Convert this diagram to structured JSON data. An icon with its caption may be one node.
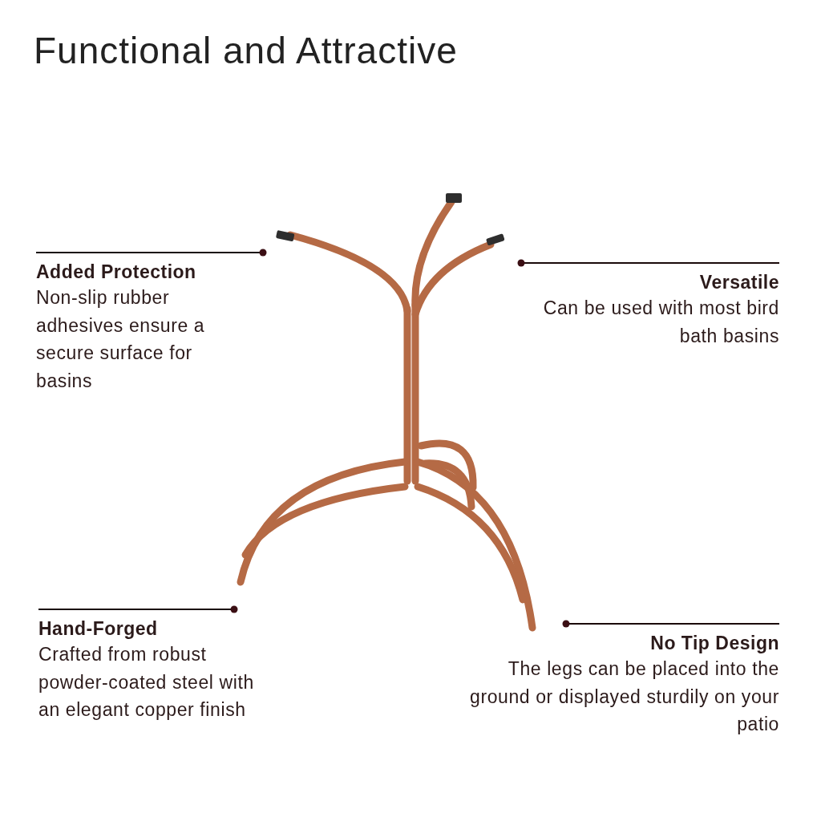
{
  "diagram": {
    "title": "Functional and Attractive",
    "nodes": [
      {
        "text": [
          "Added Protection",
          "Non-slip rubber adhesives ensure a secure surface for basins"
        ]
      },
      {
        "text": [
          "Versatile",
          "Can be used with most bird bath basins"
        ]
      },
      {
        "text": [
          "Hand-Forged",
          "Crafted from robust powder-coated steel with an elegant copper finish"
        ]
      },
      {
        "text": [
          "No Tip Design",
          "The legs can be placed into the ground or displayed sturdily on your patio"
        ]
      }
    ],
    "edges": [
      {
        "from": 0,
        "to": null,
        "arrow": "other"
      },
      {
        "from": 1,
        "to": null,
        "arrow": "other"
      },
      {
        "from": 2,
        "to": null,
        "arrow": "other"
      },
      {
        "from": 3,
        "to": null,
        "arrow": "other"
      }
    ]
  }
}
